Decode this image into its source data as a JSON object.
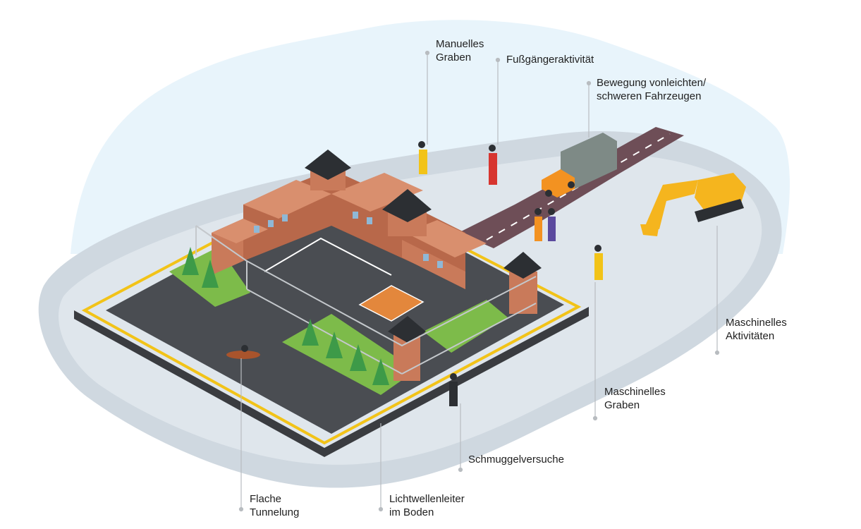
{
  "labels": {
    "manual_digging": [
      "Manuelles",
      "Graben"
    ],
    "pedestrian": [
      "Fußgängeraktivität"
    ],
    "vehicles": [
      "Bewegung vonleichten/",
      "schweren Fahrzeugen"
    ],
    "machine_activity": [
      "Maschinelles",
      "Aktivitäten"
    ],
    "machine_digging": [
      "Maschinelles",
      "Graben"
    ],
    "smuggling": [
      "Schmuggelversuche"
    ],
    "fiber": [
      "Lichtwellenleiter",
      "im Boden"
    ],
    "tunneling": [
      "Flache",
      "Tunnelung"
    ]
  },
  "colors": {
    "sky": "#e8f4fb",
    "ground": "#cfd8e0",
    "yard": "#4a4d52",
    "fiber_line": "#f2c318",
    "brick": "#c97a5a",
    "roof": "#2c2f33",
    "grass": "#7dbb4a",
    "tree": "#3d9a48",
    "road": "#6e4e57",
    "court": "#e3873c",
    "truck": "#f39221",
    "excavator": "#f5b51e",
    "leader_line": "#b8bcc0"
  }
}
